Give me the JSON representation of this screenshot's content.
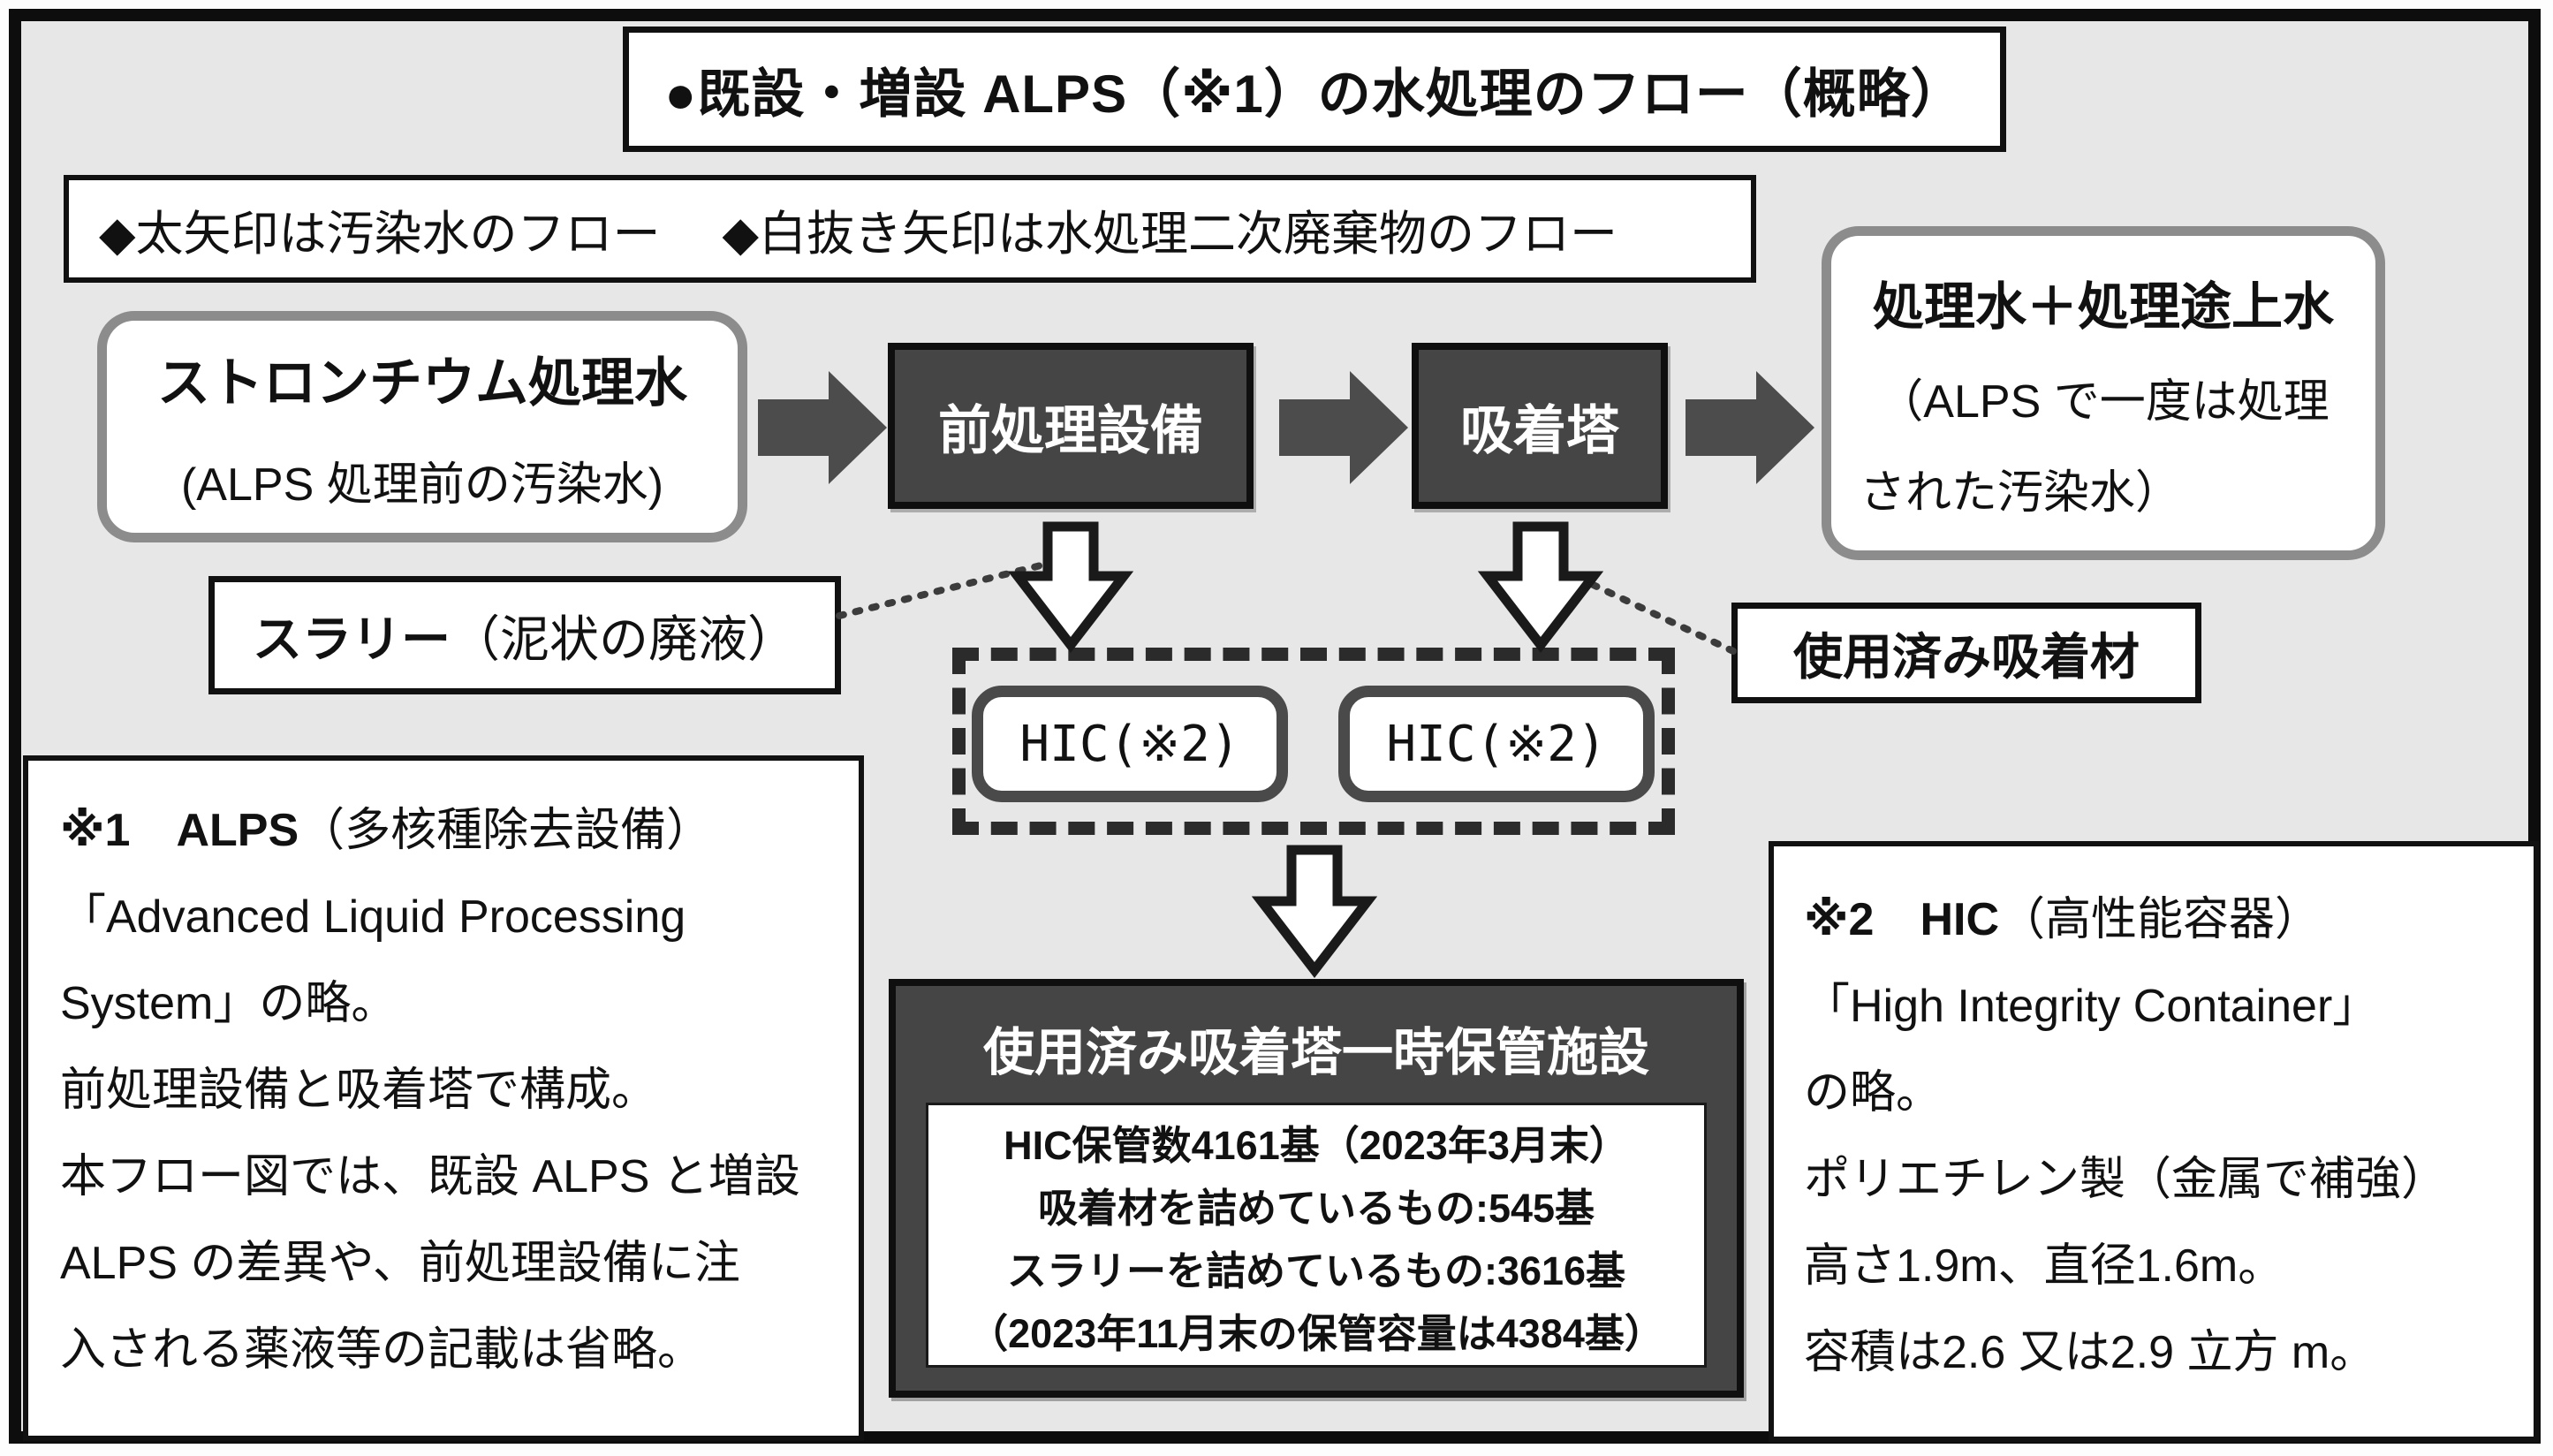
{
  "title": "●既設・増設 ALPS（※1）の水処理のフロー（概略）",
  "legend": {
    "items": [
      "◆太矢印は汚染水のフロー",
      "◆白抜き矢印は水処理二次廃棄物のフロー"
    ]
  },
  "flow": {
    "strontium": {
      "title": "ストロンチウム処理水",
      "subtitle": "(ALPS 処理前の汚染水)"
    },
    "pretreatment_label": "前処理設備",
    "adsorption_label": "吸着塔",
    "treated": {
      "title": "処理水＋処理途上水",
      "line1": "（ALPS で一度は処理",
      "line2": "された汚染水）"
    },
    "slurry": {
      "bold": "スラリー",
      "rest": "（泥状の廃液）"
    },
    "spent_label": "使用済み吸着材",
    "hic_label": "HIC(※2)"
  },
  "storage": {
    "title": "使用済み吸着塔一時保管施設",
    "lines": [
      "HIC保管数4161基（2023年3月末）",
      "吸着材を詰めているもの:545基",
      "スラリーを詰めているもの:3616基",
      "（2023年11月末の保管容量は4384基）"
    ]
  },
  "notes": {
    "note1": {
      "head_bold": "※1　ALPS",
      "head_rest": "（多核種除去設備）",
      "lines": [
        "「Advanced Liquid Processing",
        "System」の略。",
        "前処理設備と吸着塔で構成。",
        "本フロー図では、既設 ALPS と増設",
        "ALPS の差異や、前処理設備に注",
        "入される薬液等の記載は省略。"
      ]
    },
    "note2": {
      "head_bold": "※2　HIC",
      "head_rest": "（高性能容器）",
      "lines": [
        "「High Integrity Container」",
        "の略。",
        "ポリエチレン製（金属で補強）",
        "高さ1.9m、直径1.6m。",
        "容積は2.6 又は2.9 立方 m。"
      ]
    }
  },
  "colors": {
    "canvas": "#e7e7e7",
    "dark_box": "#454545",
    "border_black": "#111111",
    "rounded_border": "#8c8c8c",
    "arrow_dark": "#4c4c4c"
  }
}
